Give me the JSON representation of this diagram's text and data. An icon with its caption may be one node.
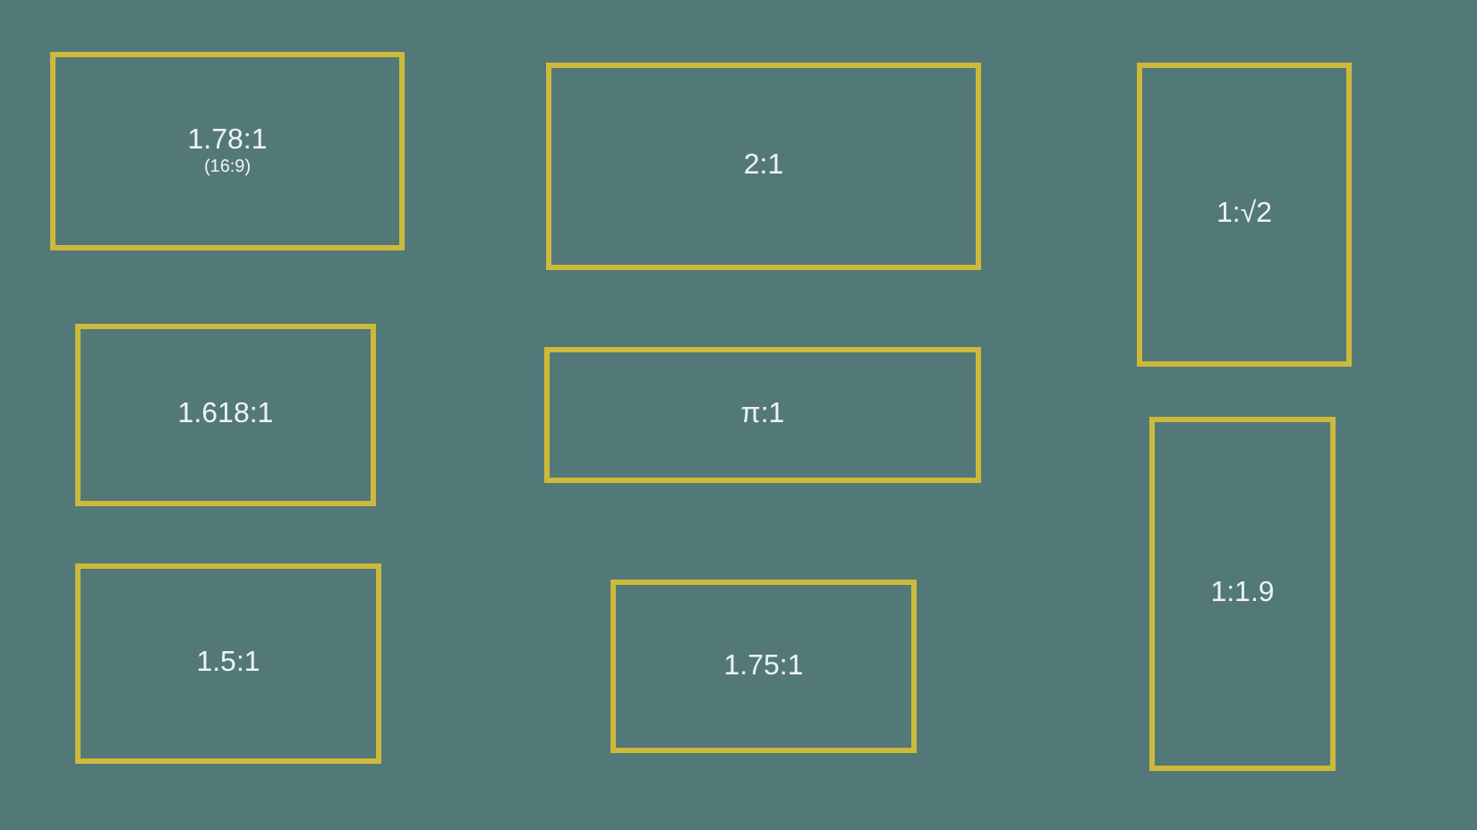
{
  "diagram": {
    "nodes": [
      {
        "text": [
          "1.78:1",
          "(16:9)"
        ]
      },
      {
        "text": [
          "2:1"
        ]
      },
      {
        "text": [
          "1:√2"
        ]
      },
      {
        "text": [
          "1.618:1"
        ]
      },
      {
        "text": [
          "π:1"
        ]
      },
      {
        "text": [
          "1:1.9"
        ]
      },
      {
        "text": [
          "1.5:1"
        ]
      },
      {
        "text": [
          "1.75:1"
        ]
      }
    ]
  }
}
